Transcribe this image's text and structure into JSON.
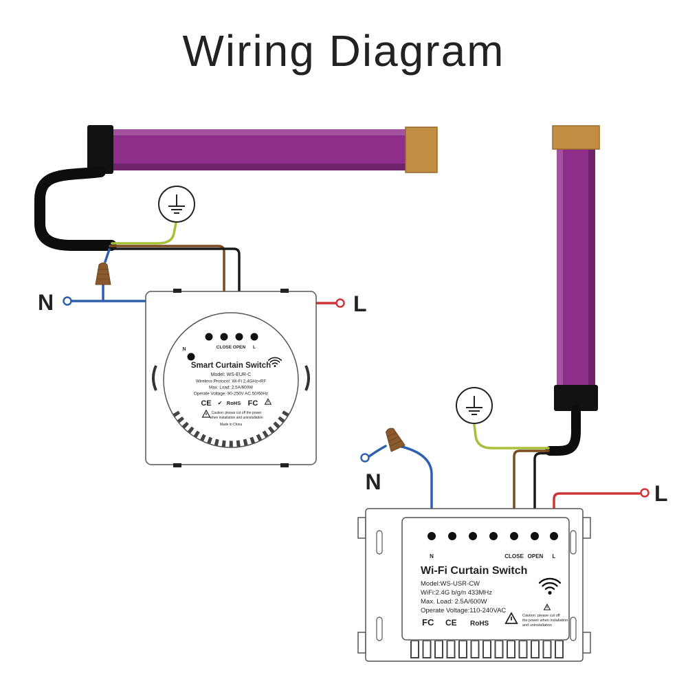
{
  "title": "Wiring Diagram",
  "left": {
    "n": "N",
    "l": "L",
    "switch": {
      "n_terminal": "N",
      "terminals": [
        "CLOSE",
        "OPEN",
        "L"
      ],
      "title": "Smart Curtain Switch",
      "model": "Model: WS-EUR-C",
      "protocol": "Wireless Protocol: Wi-Fi 2.4GHz+RF",
      "load": "Max. Load: 2.5A/600W",
      "voltage": "Operate Voltage: 90-250V AC 50/60Hz",
      "cert_ce": "CE",
      "cert_check": "✔",
      "cert_rohs": "RoHS",
      "cert_fcc": "FC",
      "caution_line1": "Caution: please cut off the power",
      "caution_line2": "when installation and uninstallation",
      "origin": "Made in China"
    }
  },
  "right": {
    "n": "N",
    "l": "L",
    "switch": {
      "n_terminal": "N",
      "terminals": [
        "CLOSE",
        "OPEN",
        "L"
      ],
      "title": "Wi-Fi Curtain Switch",
      "model": "Model:WS-USR-CW",
      "wifi": "WiFi:2.4G b/g/n 433MHz",
      "load": "Max. Load: 2.5A/600W",
      "voltage": "Operate Voltage:110-240VAC",
      "cert_fcc": "FC",
      "cert_ce": "CE",
      "cert_rohs": "RoHS",
      "caution_line1": "Caution: please cut off",
      "caution_line2": "the power when installation",
      "caution_line3": "and uninstallation"
    }
  },
  "colors": {
    "tube": "#8e2d8a",
    "cap_gold": "#c28e44",
    "cap_black": "#111111",
    "wire_blue": "#2f5fae",
    "wire_red": "#cf3333",
    "wire_green": "#a8bf3a",
    "wire_brown": "#7a4a21",
    "connector": "#8a5a2e",
    "outline": "#555555"
  }
}
